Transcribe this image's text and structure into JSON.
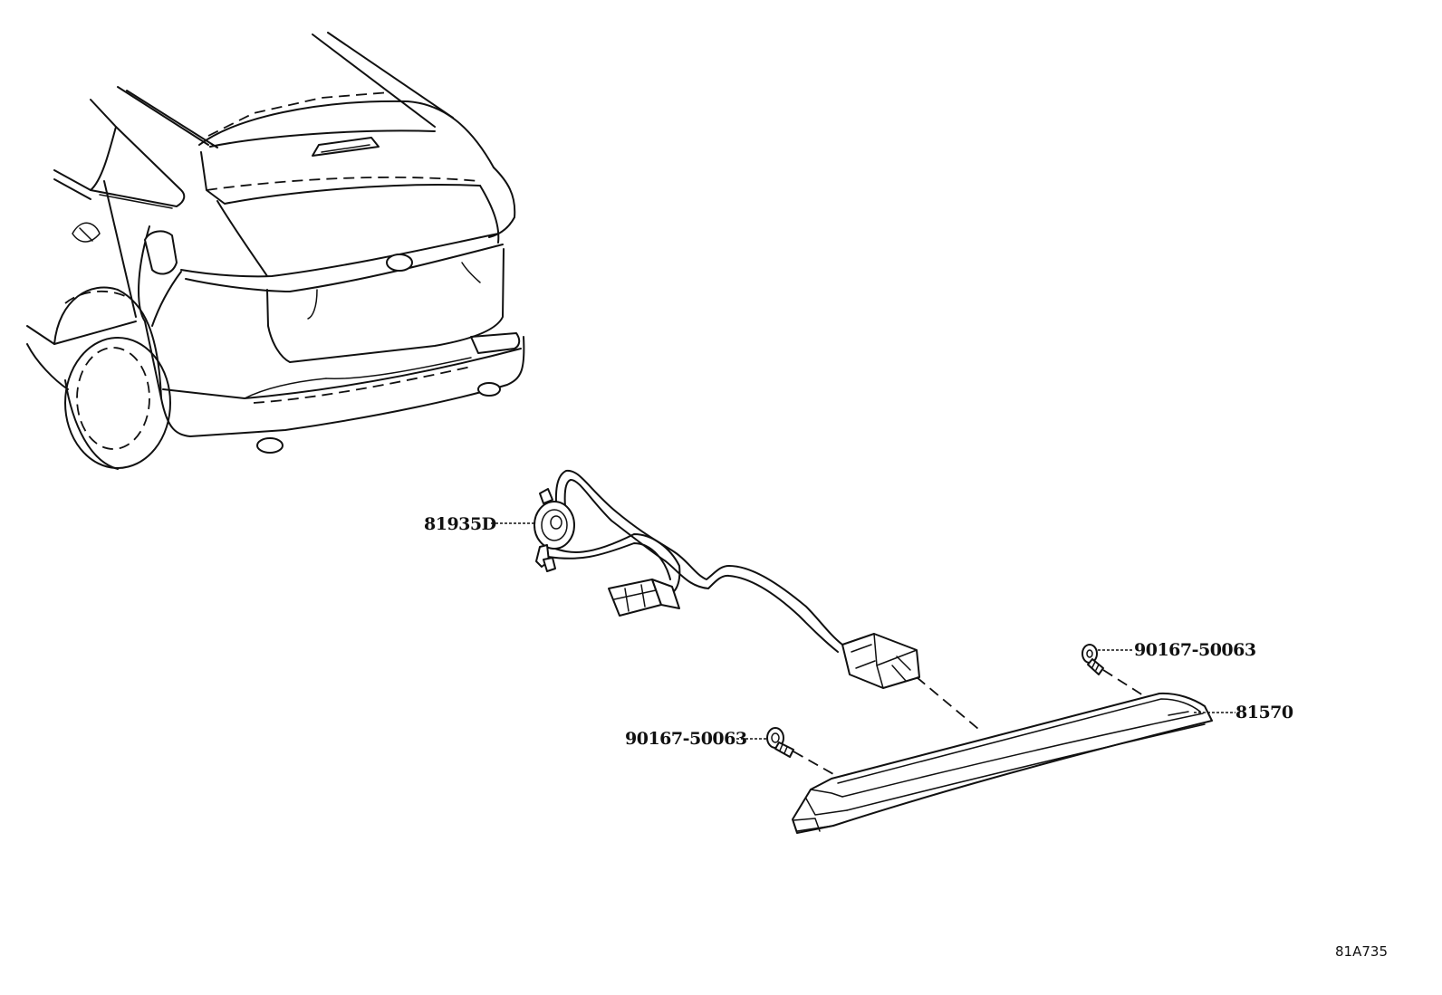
{
  "callouts": {
    "socket": "81935D",
    "screw_right": "90167-50063",
    "lamp": "81570",
    "screw_left": "90167-50063"
  },
  "illustration_code": "81A735"
}
